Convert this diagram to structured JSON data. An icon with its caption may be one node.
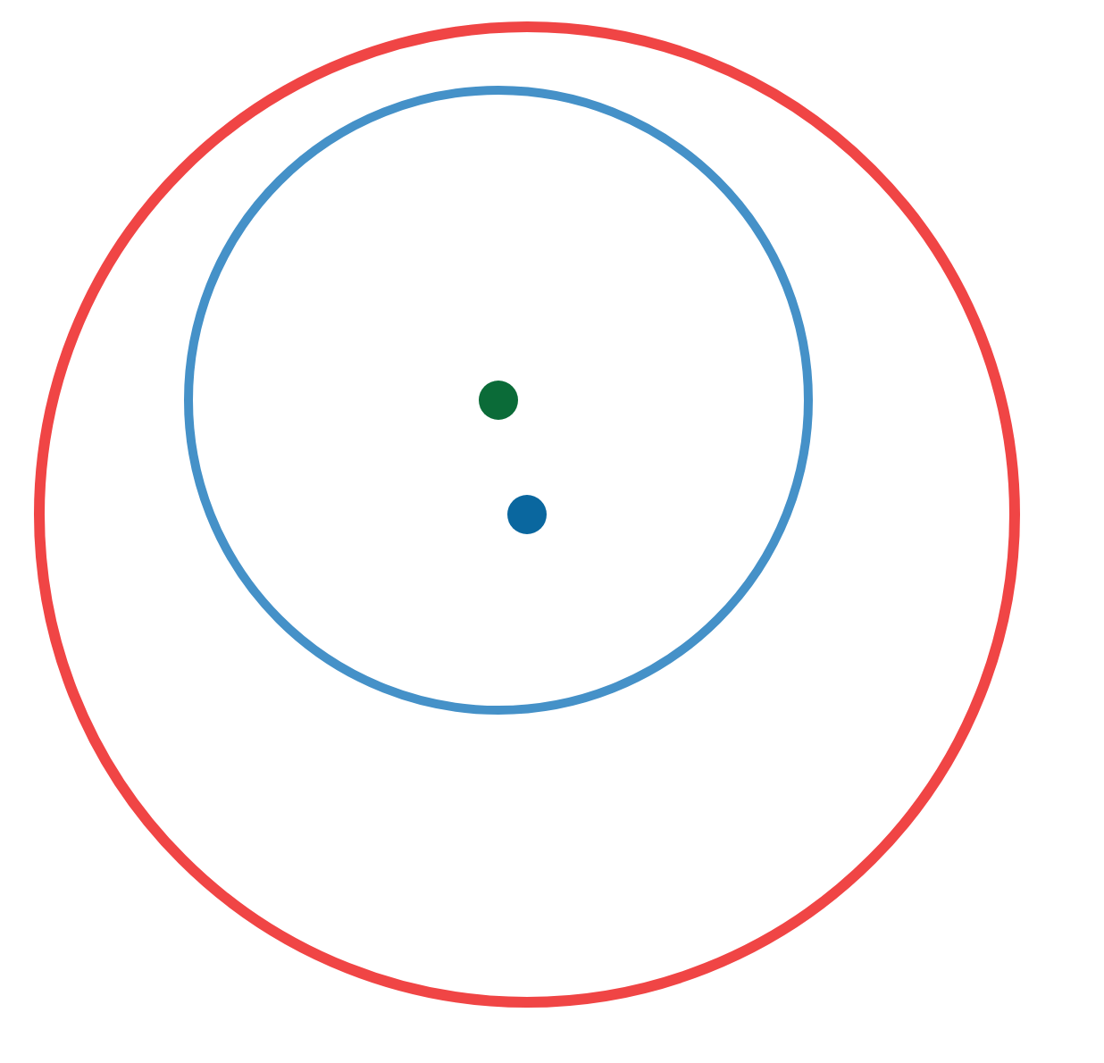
{
  "diagram": {
    "nodes": [
      {
        "text": [],
        "shape": "circle"
      },
      {
        "text": [],
        "shape": "circle",
        "in": 0
      },
      {
        "text": [],
        "shape": "circle",
        "in": 1
      },
      {
        "text": [],
        "shape": "circle",
        "in": 1
      }
    ]
  }
}
